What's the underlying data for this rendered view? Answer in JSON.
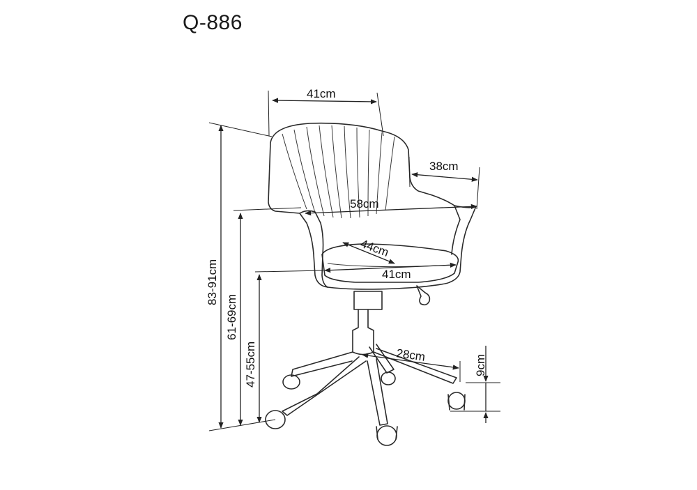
{
  "title": "Q-886",
  "dimensions": {
    "backrest_width": "41cm",
    "armrest_depth": "38cm",
    "total_width": "58cm",
    "seat_depth": "44cm",
    "seat_width": "41cm",
    "base_radius": "28cm",
    "caster_height": "9cm",
    "total_height": "83-91cm",
    "armrest_height": "61-69cm",
    "seat_height": "47-55cm"
  }
}
